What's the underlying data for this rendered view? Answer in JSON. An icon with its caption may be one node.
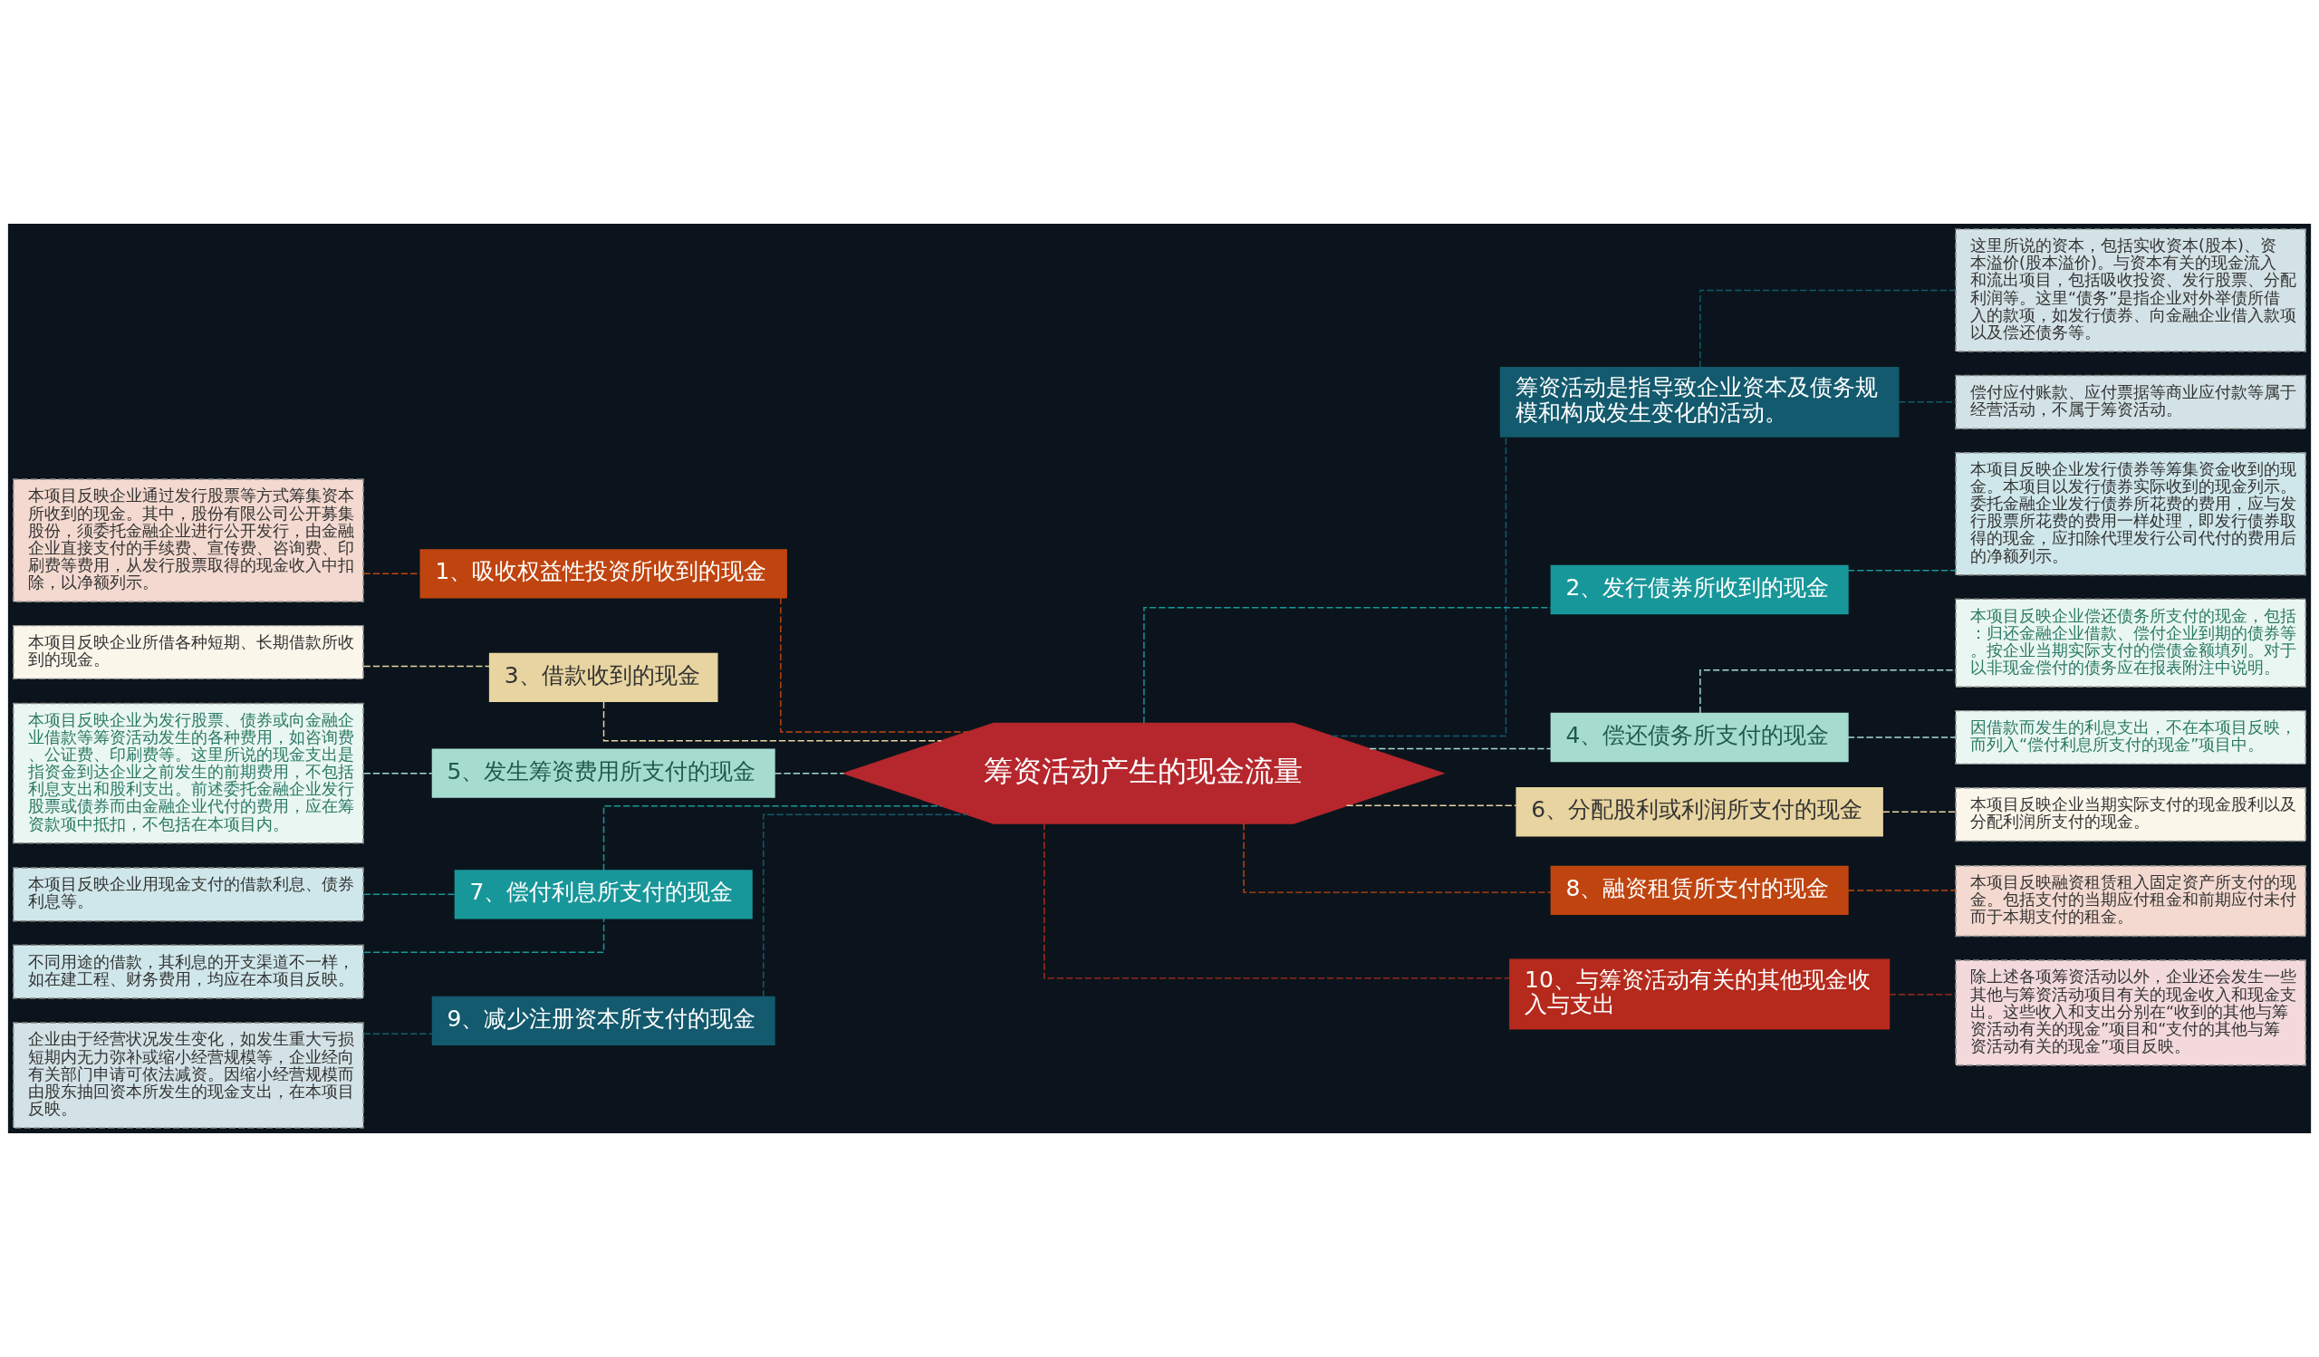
{
  "diagram": {
    "nodes": [
      {
        "text": [
          "筹资活动产生的现金流量"
        ]
      },
      {
        "text": [
          "1、吸收权益性投资所收到的现金"
        ]
      },
      {
        "text": [
          "本项目反映企业通过发行股票等方式筹集资本所收到的现金。其中，股份有限公司公开募集股份，须委托金融企业进行公开发行，由金融企业直接支付的手续费、宣传费、咨询费、印刷费等费用，从发行股票取得的现金收入中扣除，以净额列示。"
        ]
      },
      {
        "text": [
          "3、借款收到的现金"
        ]
      },
      {
        "text": [
          "本项目反映企业所借各种短期、长期借款所收到的现金。"
        ]
      },
      {
        "text": [
          "5、发生筹资费用所支付的现金"
        ]
      },
      {
        "text": [
          "本项目反映企业为发行股票、债券或向金融企业借款等筹资活动发生的各种费用，如咨询费、公证费、印刷费等。这里所说的现金支出是指资金到达企业之前发生的前期费用，不包括利息支出和股利支出。前述委托金融企业发行股票或债券而由金融企业代付的费用，应在筹资款项中抵扣，不包括在本项目内。"
        ]
      },
      {
        "text": [
          "7、偿付利息所支付的现金"
        ]
      },
      {
        "text": [
          "本项目反映企业用现金支付的借款利息、债券利息等。"
        ]
      },
      {
        "text": [
          "不同用途的借款，其利息的开支渠道不一样，如在建工程、财务费用，均应在本项目反映。"
        ]
      },
      {
        "text": [
          "9、减少注册资本所支付的现金"
        ]
      },
      {
        "text": [
          "企业由于经营状况发生变化，如发生重大亏损短期内无力弥补或缩小经营规模等，企业经向有关部门申请可依法减资。因缩小经营规模而由股东抽回资本所发生的现金支出，在本项目反映。"
        ]
      },
      {
        "text": [
          "筹资活动是指导致企业资本及债务规模和构成发生变化的活动。"
        ]
      },
      {
        "text": [
          "这里所说的资本，包括实收资本(股本)、资本溢价(股本溢价)。与资本有关的现金流入和流出项目，包括吸收投资、发行股票、分配利润等。这里“债务”是指企业对外举债所借入的款项，如发行债券、向金融企业借入款项以及偿还债务等。"
        ]
      },
      {
        "text": [
          "偿付应付账款、应付票据等商业应付款等属于经营活动，不属于筹资活动。"
        ]
      },
      {
        "text": [
          "2、发行债券所收到的现金"
        ]
      },
      {
        "text": [
          "本项目反映企业发行债券等筹集资金收到的现金。本项目以发行债券实际收到的现金列示。委托金融企业发行债券所花费的费用，应与发行股票所花费的费用一样处理，即发行债券取得的现金，应扣除代理发行公司代付的费用后的净额列示。"
        ]
      },
      {
        "text": [
          "4、偿还债务所支付的现金"
        ]
      },
      {
        "text": [
          "本项目反映企业偿还债务所支付的现金，包括：归还金融企业借款、偿付企业到期的债券等。按企业当期实际支付的偿债金额填列。对于以非现金偿付的债务应在报表附注中说明。"
        ]
      },
      {
        "text": [
          "因借款而发生的利息支出，不在本项目反映，而列入“偿付利息所支付的现金”项目中。"
        ]
      },
      {
        "text": [
          "6、分配股利或利润所支付的现金"
        ]
      },
      {
        "text": [
          "本项目反映企业当期实际支付的现金股利以及分配利润所支付的现金。"
        ]
      },
      {
        "text": [
          "8、融资租赁所支付的现金"
        ]
      },
      {
        "text": [
          "本项目反映融资租赁租入固定资产所支付的现金。包括支付的当期应付租金和前期应付未付而于本期支付的租金。"
        ]
      },
      {
        "text": [
          "10、与筹资活动有关的其他现金收入与支出"
        ]
      },
      {
        "text": [
          "除上述各项筹资活动以外，企业还会发生一些其他与筹资活动项目有关的现金收入和现金支出。这些收入和支出分别在“收到的其他与筹资活动有关的现金”项目和“支付的其他与筹资活动有关的现金”项目反映。"
        ]
      }
    ],
    "edges": [
      {
        "from": 0,
        "to": 1,
        "arrow": "none",
        "style": "dashed",
        "color": "#c0440f"
      },
      {
        "from": 1,
        "to": 2,
        "arrow": "none",
        "style": "dashed",
        "color": "#c0440f"
      },
      {
        "from": 0,
        "to": 3,
        "arrow": "none",
        "style": "dashed",
        "color": "#e8d4a0"
      },
      {
        "from": 3,
        "to": 4,
        "arrow": "none",
        "style": "dashed",
        "color": "#e8d4a0"
      },
      {
        "from": 0,
        "to": 5,
        "arrow": "none",
        "style": "dashed",
        "color": "#a5dccf"
      },
      {
        "from": 5,
        "to": 6,
        "arrow": "none",
        "style": "dashed",
        "color": "#a5dccf"
      },
      {
        "from": 0,
        "to": 7,
        "arrow": "none",
        "style": "dashed",
        "color": "#18979a"
      },
      {
        "from": 7,
        "to": 8,
        "arrow": "none",
        "style": "dashed",
        "color": "#18979a"
      },
      {
        "from": 7,
        "to": 9,
        "arrow": "none",
        "style": "dashed",
        "color": "#18979a"
      },
      {
        "from": 0,
        "to": 10,
        "arrow": "none",
        "style": "dashed",
        "color": "#135a6e"
      },
      {
        "from": 10,
        "to": 11,
        "arrow": "none",
        "style": "dashed",
        "color": "#135a6e"
      },
      {
        "from": 0,
        "to": 12,
        "arrow": "none",
        "style": "dashed",
        "color": "#135a6e"
      },
      {
        "from": 12,
        "to": 13,
        "arrow": "none",
        "style": "dashed",
        "color": "#135a6e"
      },
      {
        "from": 12,
        "to": 14,
        "arrow": "none",
        "style": "dashed",
        "color": "#135a6e"
      },
      {
        "from": 0,
        "to": 15,
        "arrow": "none",
        "style": "dashed",
        "color": "#18979a"
      },
      {
        "from": 15,
        "to": 16,
        "arrow": "none",
        "style": "dashed",
        "color": "#18979a"
      },
      {
        "from": 0,
        "to": 17,
        "arrow": "none",
        "style": "dashed",
        "color": "#a5dccf"
      },
      {
        "from": 17,
        "to": 18,
        "arrow": "none",
        "style": "dashed",
        "color": "#a5dccf"
      },
      {
        "from": 17,
        "to": 19,
        "arrow": "none",
        "style": "dashed",
        "color": "#a5dccf"
      },
      {
        "from": 0,
        "to": 20,
        "arrow": "none",
        "style": "dashed",
        "color": "#e8d4a0"
      },
      {
        "from": 20,
        "to": 21,
        "arrow": "none",
        "style": "dashed",
        "color": "#e8d4a0"
      },
      {
        "from": 0,
        "to": 22,
        "arrow": "none",
        "style": "dashed",
        "color": "#c0440f"
      },
      {
        "from": 22,
        "to": 23,
        "arrow": "none",
        "style": "dashed",
        "color": "#c0440f"
      },
      {
        "from": 0,
        "to": 24,
        "arrow": "none",
        "style": "dashed",
        "color": "#b52a1c"
      },
      {
        "from": 24,
        "to": 25,
        "arrow": "none",
        "style": "dashed",
        "color": "#b52a1c"
      }
    ]
  }
}
